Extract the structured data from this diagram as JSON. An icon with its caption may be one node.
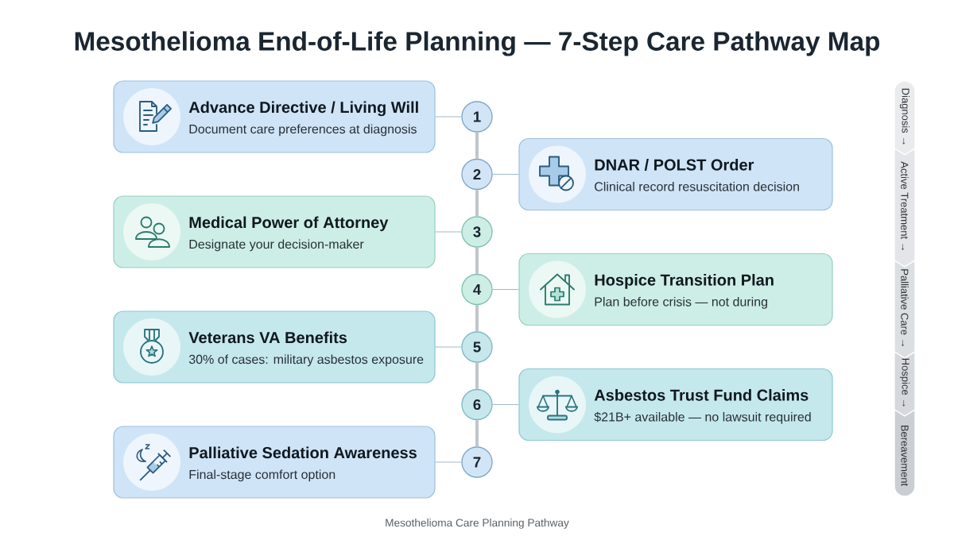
{
  "diagram": {
    "title": "Mesothelioma End-of-Life Planning — 7-Step Care Pathway Map",
    "caption": "Mesothelioma Care Planning Pathway",
    "nodes": [
      {
        "text": [
          "Advance Directive / Living Will",
          "Document care preferences at diagnosis"
        ]
      },
      {
        "text": [
          "1"
        ]
      },
      {
        "text": [
          "2"
        ]
      },
      {
        "text": [
          "DNAR / POLST Order",
          "Clinical record resuscitation decision"
        ]
      },
      {
        "text": [
          "Medical Power of Attorney",
          "Designate your decision-maker"
        ]
      },
      {
        "text": [
          "3"
        ]
      },
      {
        "text": [
          "4"
        ]
      },
      {
        "text": [
          "Hospice Transition Plan",
          "Plan before crisis — not during"
        ]
      },
      {
        "text": [
          "Veterans VA Benefits",
          "30% of cases: military asbestos exposure"
        ]
      },
      {
        "text": [
          "5"
        ]
      },
      {
        "text": [
          "6"
        ]
      },
      {
        "text": [
          "Asbestos Trust Fund Claims",
          "$21B+ available — no lawsuit required"
        ]
      },
      {
        "text": [
          "Palliative Sedation Awareness",
          "Final-stage comfort option"
        ]
      },
      {
        "text": [
          "7"
        ]
      },
      {
        "text": [
          "Diagnosis →"
        ]
      },
      {
        "text": [
          "Active Treatment →"
        ]
      },
      {
        "text": [
          "Palliative Care →"
        ]
      },
      {
        "text": [
          "Hospice →"
        ]
      },
      {
        "text": [
          "Bereavement"
        ]
      }
    ],
    "edges": [
      {
        "from": 0,
        "to": 1,
        "arrow": "none"
      },
      {
        "from": 1,
        "to": 2,
        "arrow": "none",
        "style": "thick",
        "color": "#c1c6ca"
      },
      {
        "from": 3,
        "to": 2,
        "arrow": "none"
      },
      {
        "from": 2,
        "to": 5,
        "arrow": "none",
        "style": "thick",
        "color": "#c1c6ca"
      },
      {
        "from": 4,
        "to": 5,
        "arrow": "none"
      },
      {
        "from": 5,
        "to": 6,
        "arrow": "none",
        "style": "thick",
        "color": "#c1c6ca"
      },
      {
        "from": 7,
        "to": 6,
        "arrow": "none"
      },
      {
        "from": 6,
        "to": 9,
        "arrow": "none",
        "style": "thick",
        "color": "#c1c6ca"
      },
      {
        "from": 8,
        "to": 9,
        "arrow": "none"
      },
      {
        "from": 9,
        "to": 10,
        "arrow": "none",
        "style": "thick",
        "color": "#c1c6ca"
      },
      {
        "from": 11,
        "to": 10,
        "arrow": "none"
      },
      {
        "from": 10,
        "to": 13,
        "arrow": "none",
        "style": "thick",
        "color": "#c1c6ca"
      },
      {
        "from": 12,
        "to": 13,
        "arrow": "none"
      }
    ]
  }
}
